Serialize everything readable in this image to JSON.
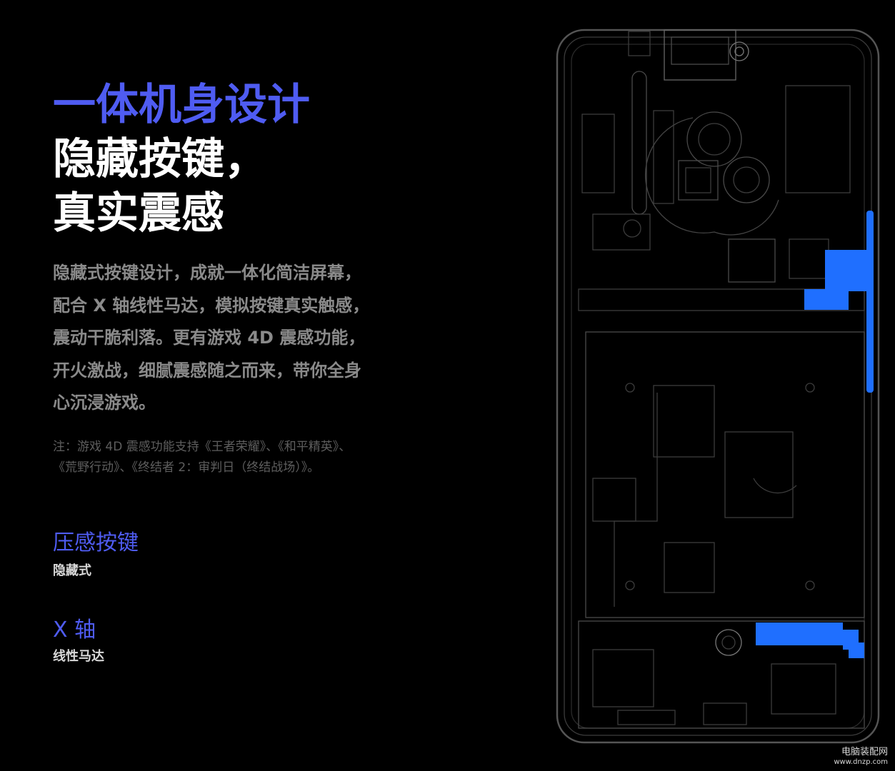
{
  "hero": {
    "title_accent": "一体机身设计",
    "title_line_2": "隐藏按键，",
    "title_line_3": "真实震感"
  },
  "description": {
    "lines": [
      "隐藏式按键设计，成就一体化简洁屏幕，",
      "配合 X 轴线性马达，模拟按键真实触感，",
      "震动干脆利落。更有游戏 4D 震感功能，",
      "开火激战，细腻震感随之而来，带你全身",
      "心沉浸游戏。"
    ]
  },
  "note": {
    "lines": [
      "注：游戏 4D 震感功能支持《王者荣耀》、《和平精英》、",
      "《荒野行动》、《终结者 2：审判日（终结战场）》。"
    ]
  },
  "features": [
    {
      "title": "压感按键",
      "subtitle": "隐藏式"
    },
    {
      "title": "X 轴",
      "subtitle": "线性马达"
    }
  ],
  "watermark": {
    "site_name": "电脑装配网",
    "url": "www.dnzp.com"
  },
  "colors": {
    "background": "#000000",
    "accent": "#4f5cf2",
    "title_white": "#ffffff",
    "body_gray": "#8a8a8a",
    "note_gray": "#5e5e5e",
    "subtitle_light": "#d8d8d8",
    "highlight_blue": "#1f6fff",
    "line_gray": "#3c3c3c"
  }
}
